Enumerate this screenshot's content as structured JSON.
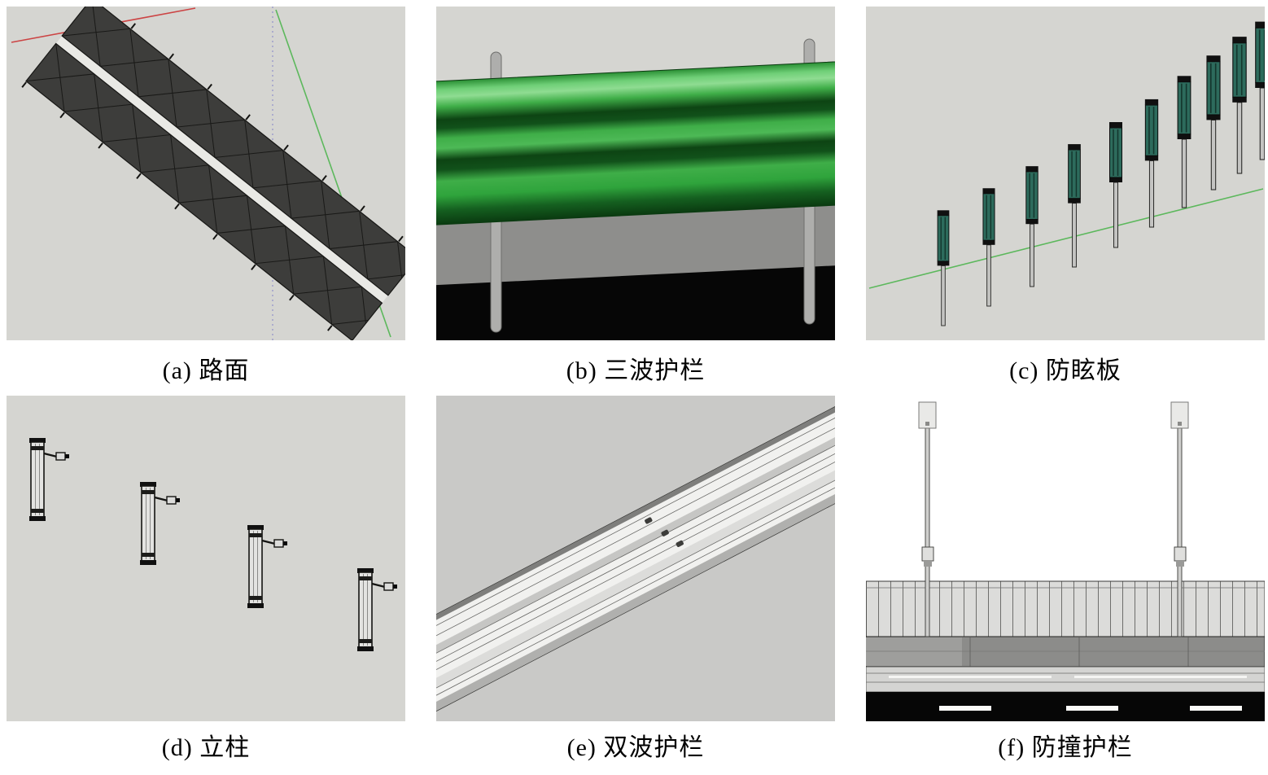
{
  "figure": {
    "panels": [
      {
        "caption": "(a) 路面"
      },
      {
        "caption": "(b) 三波护栏"
      },
      {
        "caption": "(c) 防眩板"
      },
      {
        "caption": "(d) 立柱"
      },
      {
        "caption": "(e) 双波护栏"
      },
      {
        "caption": "(f) 防撞护栏"
      }
    ]
  },
  "colors": {
    "page_background": "#ffffff",
    "viewport_bg_light": "#d5d5d1",
    "viewport_bg_mid": "#c9c9c7",
    "road_asphalt": "#3d3d3b",
    "median": "#e9e9e5",
    "rail_green": "#3fae48",
    "rail_green_light": "#8fdc92",
    "rail_green_dark": "#0d4413",
    "post_metal": "#aeaeac",
    "ground_gray": "#8e8e8c",
    "black": "#060606",
    "axis_red": "#cc4444",
    "axis_green": "#5cb85c",
    "axis_blue": "#9090c8",
    "blade_teal": "#2d6b5c",
    "cap_black": "#101010",
    "beam_white": "#f1f1ef",
    "band_dark": "#8c8c8a",
    "band_light": "#d4d4d2"
  }
}
